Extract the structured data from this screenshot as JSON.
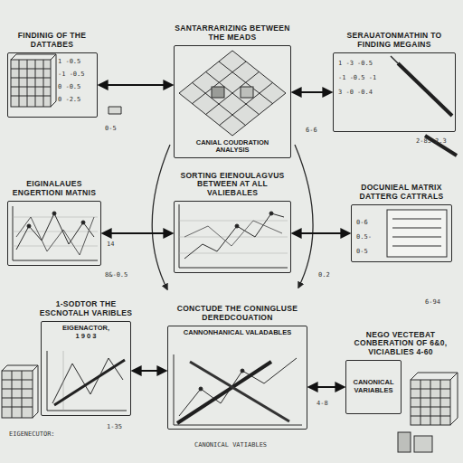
{
  "diagram": {
    "nodes": [
      {
        "text": [
          "FINDINIG OF THE DATTABES"
        ]
      },
      {
        "text": [
          "SANTARRARIZING BETWEEN THE MEADS",
          "CANIAL COUDRATION ANALYSIS"
        ]
      },
      {
        "text": [
          "SERAUATONMATHIN TO FINDING MEGAINS"
        ]
      },
      {
        "text": [
          "EIGINALAUES ENGERTIONI MATNIS"
        ]
      },
      {
        "text": [
          "SORTING EIENOULAGVUS BETWEEN AT ALL VALIEBALES"
        ]
      },
      {
        "text": [
          "DOCUNIEAL MATRIX DATTERG CATTRALS"
        ]
      },
      {
        "text": [
          "1-SODTOR THE ESCNOTALH VARIBLES",
          "EIGENACTOR,",
          "1 9 0 3"
        ]
      },
      {
        "text": [
          "CONCTUDE THE CONINGLUSE DEREDCOUATION",
          "CANNONHANICAL VALADABLES"
        ]
      },
      {
        "text": [
          "NEGO VECTEBAT CONBERATION OF 6&0, VICIABLIES 4-60",
          "CANONICAL VARIABLES"
        ]
      }
    ],
    "edges": [
      {
        "from": 0,
        "to": 1,
        "arrow": "both"
      },
      {
        "from": 1,
        "to": 2,
        "arrow": "both"
      },
      {
        "from": 3,
        "to": 4,
        "arrow": "both"
      },
      {
        "from": 4,
        "to": 5,
        "arrow": "both"
      },
      {
        "from": 6,
        "to": 7,
        "arrow": "both"
      },
      {
        "from": 7,
        "to": 8,
        "arrow": "both"
      }
    ],
    "labels": [
      "EIGENECUTOR:",
      "CANONICAL VATIABLES",
      "1 -0.5",
      "-1 -0.5",
      "0 -0.5",
      "0 -2.5",
      "0-5",
      "6-6",
      "1 -3 -0.5",
      "-1 -0.5 -1",
      "3 -0 -0.4",
      "2-85 2.3",
      "14",
      "8&-0.5",
      "0.2",
      "0-6",
      "0.5-",
      "0-5",
      "1-35",
      "4-8",
      "6-94"
    ]
  }
}
